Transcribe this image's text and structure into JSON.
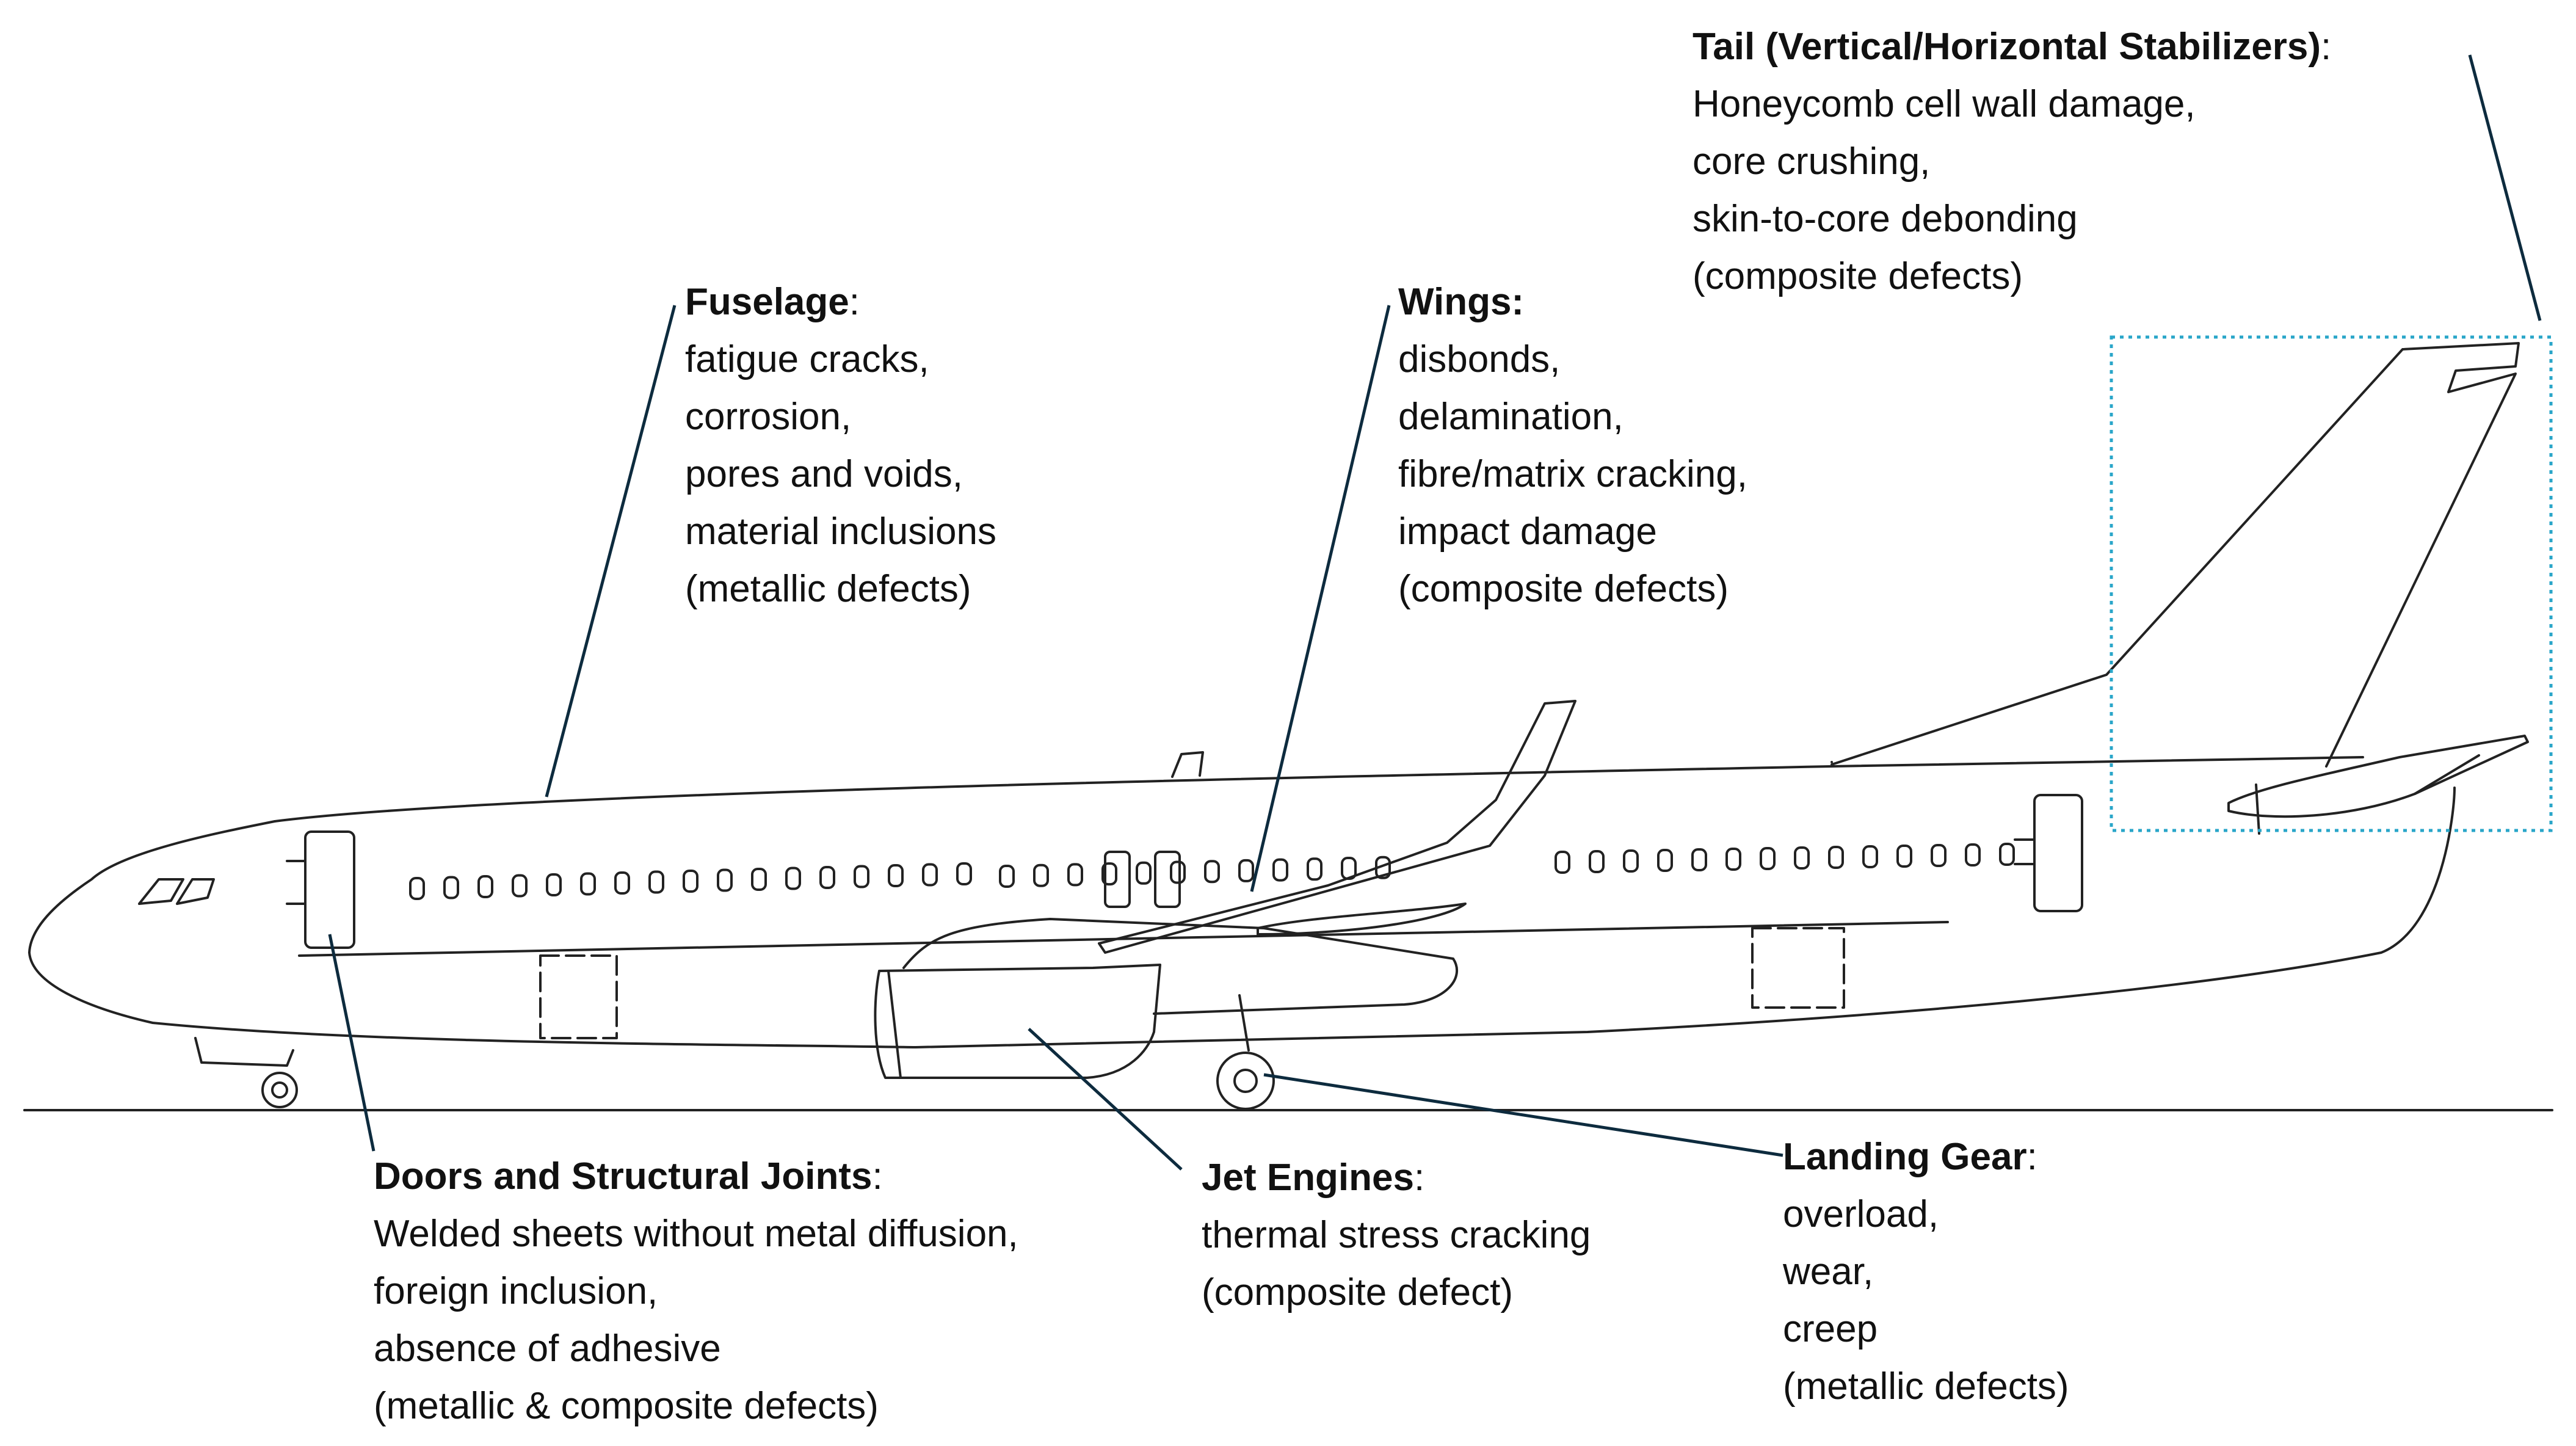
{
  "labels": {
    "tail": {
      "title": "Tail (Vertical/Horizontal Stabilizers)",
      "suffix": ":",
      "lines": [
        "Honeycomb cell wall damage,",
        "core crushing,",
        "skin-to-core debonding",
        "(composite defects)"
      ]
    },
    "fuselage": {
      "title": "Fuselage",
      "suffix": ":",
      "lines": [
        "fatigue cracks,",
        "corrosion,",
        "pores and voids,",
        "material inclusions",
        "(metallic defects)"
      ]
    },
    "wings": {
      "title": "Wings:",
      "suffix": "",
      "lines": [
        "disbonds,",
        "delamination,",
        "fibre/matrix cracking,",
        "impact damage",
        "(composite defects)"
      ]
    },
    "doors": {
      "title": "Doors and Structural Joints",
      "suffix": ":",
      "lines": [
        "Welded sheets without metal diffusion,",
        "foreign inclusion,",
        "absence of adhesive",
        "(metallic & composite defects)"
      ]
    },
    "engines": {
      "title": "Jet Engines",
      "suffix": ":",
      "lines": [
        "thermal stress cracking",
        "(composite defect)"
      ]
    },
    "gear": {
      "title": "Landing Gear",
      "suffix": ":",
      "lines": [
        "overload,",
        "wear,",
        "creep",
        "(metallic defects)"
      ]
    }
  },
  "colors": {
    "outline": "#222222",
    "leader": "#0d2b3e",
    "tail_box": "#2aa6c9",
    "text": "#111111"
  }
}
